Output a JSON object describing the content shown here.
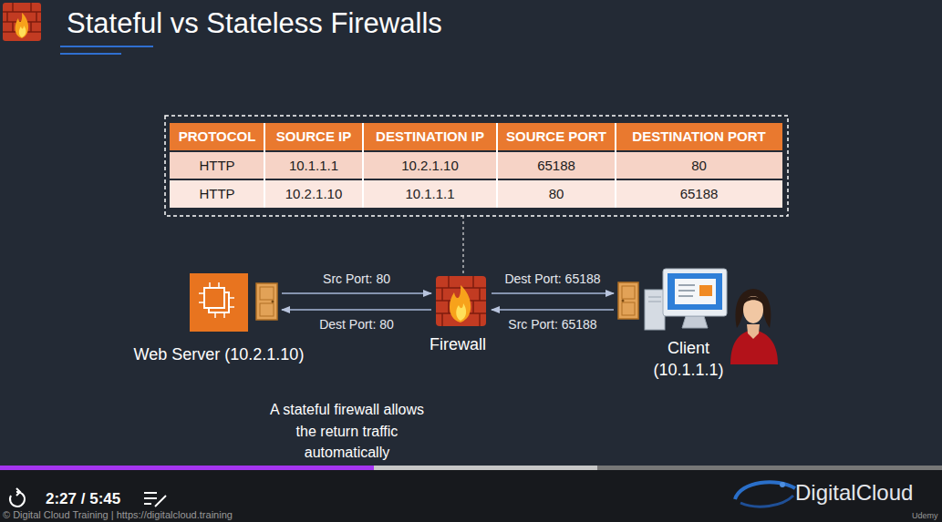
{
  "diagram": {
    "title": "Stateful vs Stateless Firewalls",
    "caption": "A stateful firewall allows the return traffic automatically",
    "nodes": [
      {
        "text": [
          "Web Server (10.2.1.10)"
        ]
      },
      {
        "text": [
          "Firewall"
        ]
      },
      {
        "text": [
          "Client (10.1.1.1)"
        ]
      }
    ],
    "edges": [
      {
        "from": 0,
        "to": 1,
        "arrow": "to",
        "label": "Src Port: 80"
      },
      {
        "from": 1,
        "to": 0,
        "arrow": "to",
        "label": "Dest Port: 80"
      },
      {
        "from": 1,
        "to": 2,
        "arrow": "to",
        "label": "Dest Port: 65188"
      },
      {
        "from": 2,
        "to": 1,
        "arrow": "to",
        "label": "Src Port: 65188"
      }
    ],
    "labels": [
      "PROTOCOL",
      "SOURCE IP",
      "DESTINATION IP",
      "SOURCE PORT",
      "DESTINATION PORT",
      "HTTP",
      "10.1.1.1",
      "10.2.1.10",
      "65188",
      "80",
      "HTTP",
      "10.2.1.10",
      "10.1.1.1",
      "80",
      "65188",
      "2:27 / 5:45",
      "DigitalCloud",
      "Udemy",
      "© Digital Cloud Training | https://digitalcloud.training"
    ]
  }
}
